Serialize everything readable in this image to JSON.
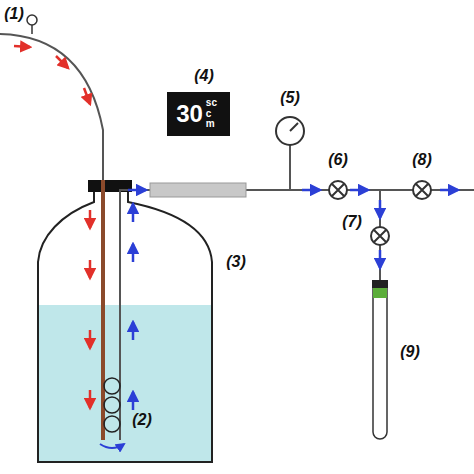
{
  "diagram": {
    "nodes": [
      {
        "text": [
          "30",
          "sc cm"
        ]
      }
    ],
    "labels": [
      "(1)",
      "(2)",
      "(3)",
      "(4)",
      "(5)",
      "(6)",
      "(7)",
      "(8)",
      "(9)"
    ]
  }
}
